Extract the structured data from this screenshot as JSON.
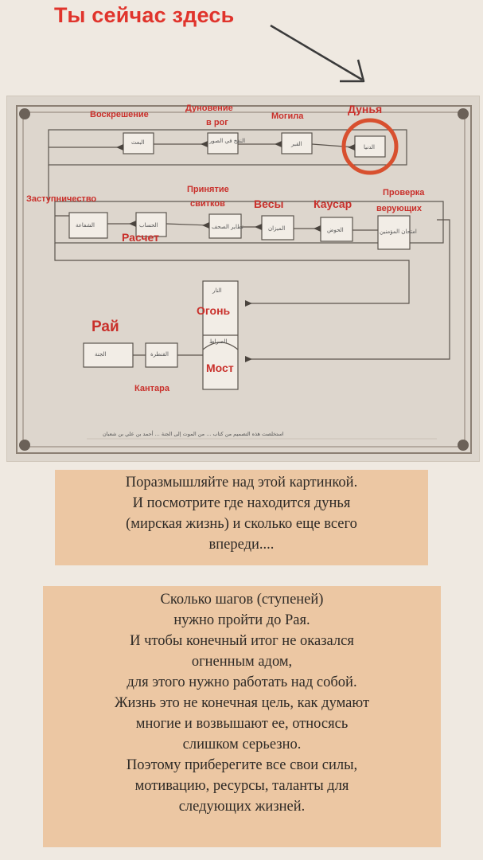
{
  "header": {
    "title": "Ты сейчас здесь"
  },
  "diagram": {
    "labels": {
      "resurrection": "Воскрешение",
      "trumpet_line1": "Дуновение",
      "trumpet_line2": "в рог",
      "grave": "Могила",
      "dunya": "Дунья",
      "intercession": "Заступничество",
      "scrolls_line1": "Принятие",
      "scrolls_line2": "свитков",
      "scales": "Весы",
      "kawthar": "Каусар",
      "check_line1": "Проверка",
      "check_line2": "верующих",
      "reckoning": "Расчет",
      "fire": "Огонь",
      "paradise": "Рай",
      "bridge": "Мост",
      "kantara": "Кантара"
    },
    "arabic": {
      "b_dunya": "الدنيا",
      "b_grave": "القبر",
      "b_trumpet": "النفخ في الصور",
      "b_resurrection": "البعث",
      "b_intercession": "الشفاعة",
      "b_reckoning": "الحساب",
      "b_scrolls": "تطاير الصحف",
      "b_scales": "الميزان",
      "b_pool": "الحوض",
      "b_test": "امتحان المؤمنين",
      "b_fire": "النار",
      "b_sirat": "الصراط",
      "b_qantara": "القنطرة",
      "b_jannah": "الجنة",
      "footer": "استخلصت هذه التصميم من كتاب ... من الموت إلى الجنة ... أحمد بن علي بن شعبان"
    }
  },
  "box1": {
    "lines": [
      "Поразмышляйте над этой картинкой.",
      "И посмотрите где находится дунья",
      "(мирская жизнь) и сколько еще всего",
      "впереди...."
    ]
  },
  "box2": {
    "lines": [
      "Сколько шагов (ступеней)",
      "нужно пройти до Рая.",
      "И чтобы конечный итог не оказался",
      "огненным адом,",
      "для этого нужно работать над собой.",
      "Жизнь это не конечная цель, как думают",
      "многие и возвышают ее, относясь",
      "слишком серьезно.",
      "Поэтому приберегите все свои силы,",
      "мотивацию, ресурсы, таланты для",
      "следующих жизней."
    ]
  },
  "colors": {
    "accent": "#e0342c",
    "label": "#c9302b",
    "textbox": "#ecc7a3",
    "page": "#efe9e1"
  }
}
